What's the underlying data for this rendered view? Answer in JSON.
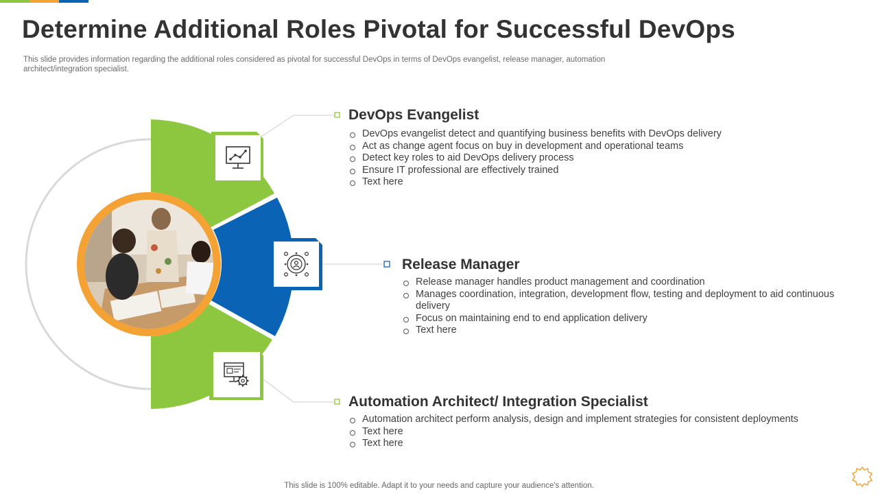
{
  "colors": {
    "green": "#8dc63f",
    "orange": "#f4a234",
    "blue": "#0a63b4",
    "gray_ring": "#d9d9d9"
  },
  "header": {
    "title": "Determine Additional Roles Pivotal for Successful DevOps",
    "subtitle": "This slide provides information regarding the additional roles considered as pivotal for successful DevOps in terms of DevOps evangelist, release manager, automation architect/integration specialist."
  },
  "roles": [
    {
      "title": "DevOps Evangelist",
      "icon": "monitor-chart-icon",
      "bullets": [
        "DevOps evangelist detect and quantifying business benefits with DevOps delivery",
        "Act as change agent focus on buy in development and operational teams",
        "Detect key roles to aid DevOps delivery process",
        "Ensure IT professional are effectively trained",
        "Text here"
      ]
    },
    {
      "title": "Release Manager",
      "icon": "people-network-icon",
      "bullets": [
        "Release manager handles product management and coordination",
        "Manages coordination, integration, development flow, testing and deployment to aid continuous delivery",
        "Focus on maintaining end to end application delivery",
        "Text here"
      ]
    },
    {
      "title": "Automation Architect/ Integration Specialist",
      "icon": "computer-gear-icon",
      "bullets": [
        "Automation architect perform analysis, design and implement strategies for consistent deployments",
        "Text here",
        "Text here"
      ]
    }
  ],
  "footer": {
    "note": "This slide is 100% editable. Adapt it to your needs and capture your audience's attention."
  }
}
